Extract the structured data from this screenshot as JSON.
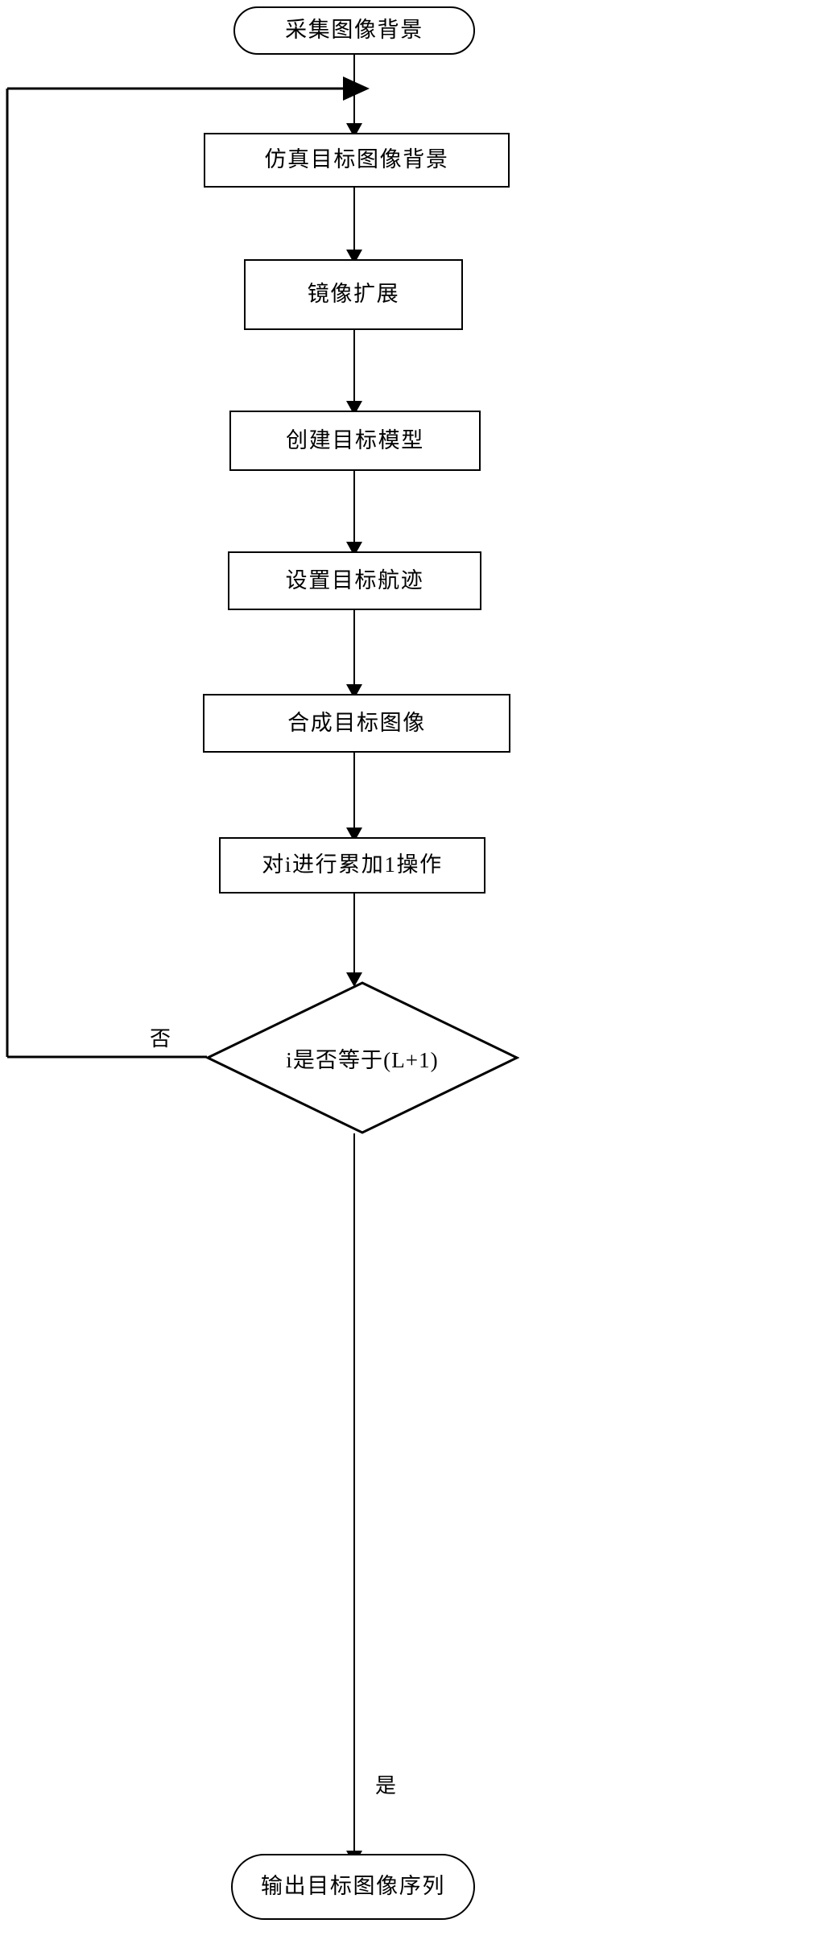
{
  "diagram": {
    "type": "flowchart",
    "orientation": "top-to-bottom",
    "background_color": "#ffffff",
    "line_color": "#000000",
    "text_color": "#000000",
    "nodes": [
      {
        "id": "start",
        "shape": "terminal",
        "label": "采集图像背景"
      },
      {
        "id": "sim_bg",
        "shape": "process",
        "label": "仿真目标图像背景"
      },
      {
        "id": "mirror",
        "shape": "process",
        "label": "镜像扩展"
      },
      {
        "id": "create",
        "shape": "process",
        "label": "创建目标模型"
      },
      {
        "id": "track",
        "shape": "process",
        "label": "设置目标航迹"
      },
      {
        "id": "synth",
        "shape": "process",
        "label": "合成目标图像"
      },
      {
        "id": "increment",
        "shape": "process",
        "label": "对i进行累加1操作"
      },
      {
        "id": "decision",
        "shape": "decision",
        "label": "i是否等于(L+1)"
      },
      {
        "id": "end",
        "shape": "terminal",
        "label": "输出目标图像序列"
      }
    ],
    "edge_labels": {
      "no_branch": "否",
      "yes_branch": "是"
    }
  }
}
